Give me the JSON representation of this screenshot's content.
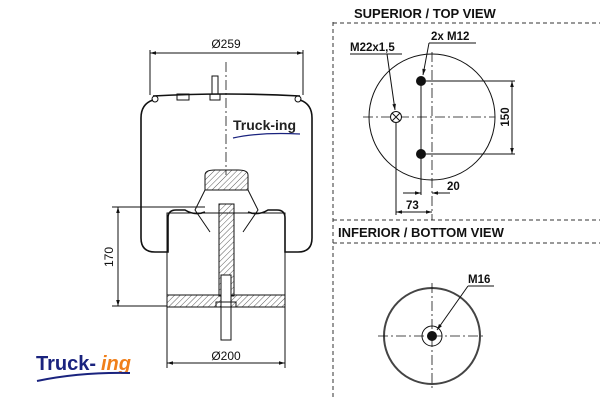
{
  "side_view": {
    "top_diameter": "Ø259",
    "bottom_diameter": "Ø200",
    "height": "170",
    "watermark": "Truck-ing"
  },
  "logo": {
    "text_main": "Truck-",
    "text_accent": "ing",
    "color_main": "#1a237e",
    "color_accent": "#f07f1a"
  },
  "top_view": {
    "title": "SUPERIOR / TOP VIEW",
    "air_inlet": "M22x1,5",
    "bolts": "2x M12",
    "bolt_spacing": "150",
    "bolt_offset": "20",
    "inlet_offset": "73"
  },
  "bottom_view": {
    "title": "INFERIOR / BOTTOM VIEW",
    "stud": "M16"
  }
}
